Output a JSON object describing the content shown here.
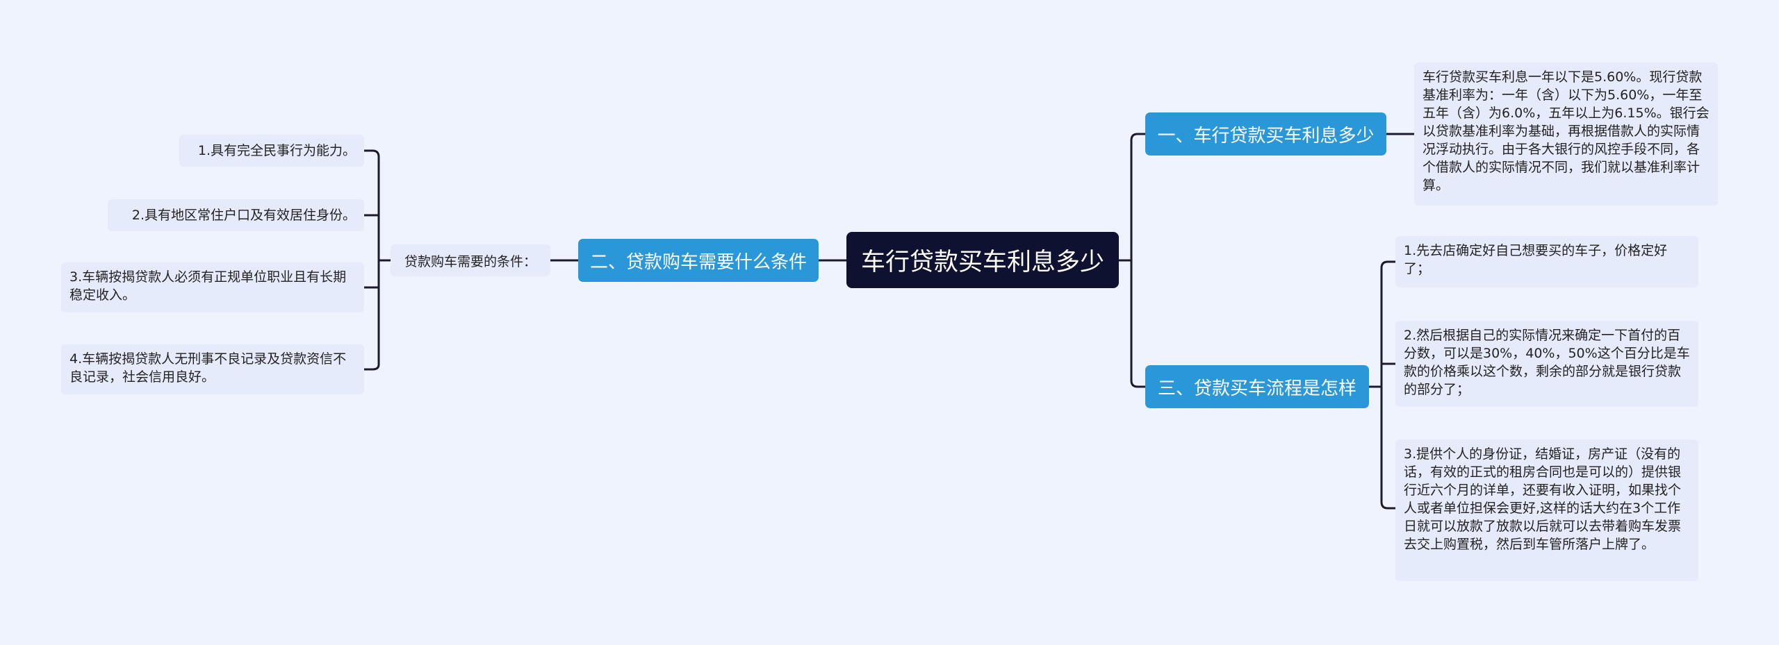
{
  "root": {
    "title": "车行贷款买车利息多少"
  },
  "branches": [
    {
      "label": "一、车行贷款买车利息多少"
    },
    {
      "label": "二、贷款购车需要什么条件"
    },
    {
      "label": "三、贷款买车流程是怎样"
    }
  ],
  "interest": {
    "text": "车行贷款买车利息一年以下是5.60%。现行贷款基准利率为：一年（含）以下为5.60%，一年至五年（含）为6.0%，五年以上为6.15%。银行会以贷款基准利率为基础，再根据借款人的实际情况浮动执行。由于各大银行的风控手段不同，各个借款人的实际情况不同，我们就以基准利率计算。"
  },
  "conditions": {
    "label": "贷款购车需要的条件：",
    "items": [
      "1.具有完全民事行为能力。",
      "2.具有地区常住户口及有效居住身份。",
      "3.车辆按揭贷款人必须有正规单位职业且有长期稳定收入。",
      "4.车辆按揭贷款人无刑事不良记录及贷款资信不良记录，社会信用良好。"
    ]
  },
  "process": {
    "items": [
      "1.先去店确定好自己想要买的车子，价格定好了；",
      "2.然后根据自己的实际情况来确定一下首付的百分数，可以是30%，40%，50%这个百分比是车款的价格乘以这个数，剩余的部分就是银行贷款的部分了；",
      "3.提供个人的身份证，结婚证，房产证（没有的话，有效的正式的租房合同也是可以的）提供银行近六个月的详单，还要有收入证明，如果找个人或者单位担保会更好,这样的话大约在3个工作日就可以放款了放款以后就可以去带着购车发票去交上购置税，然后到车管所落户上牌了。"
    ]
  },
  "colors": {
    "background": "#eef3fd",
    "root_fill": "#0f1130",
    "branch_fill": "#2a97d8",
    "leaf_fill": "#e5ebfb",
    "connector": "#1b1b2e"
  }
}
